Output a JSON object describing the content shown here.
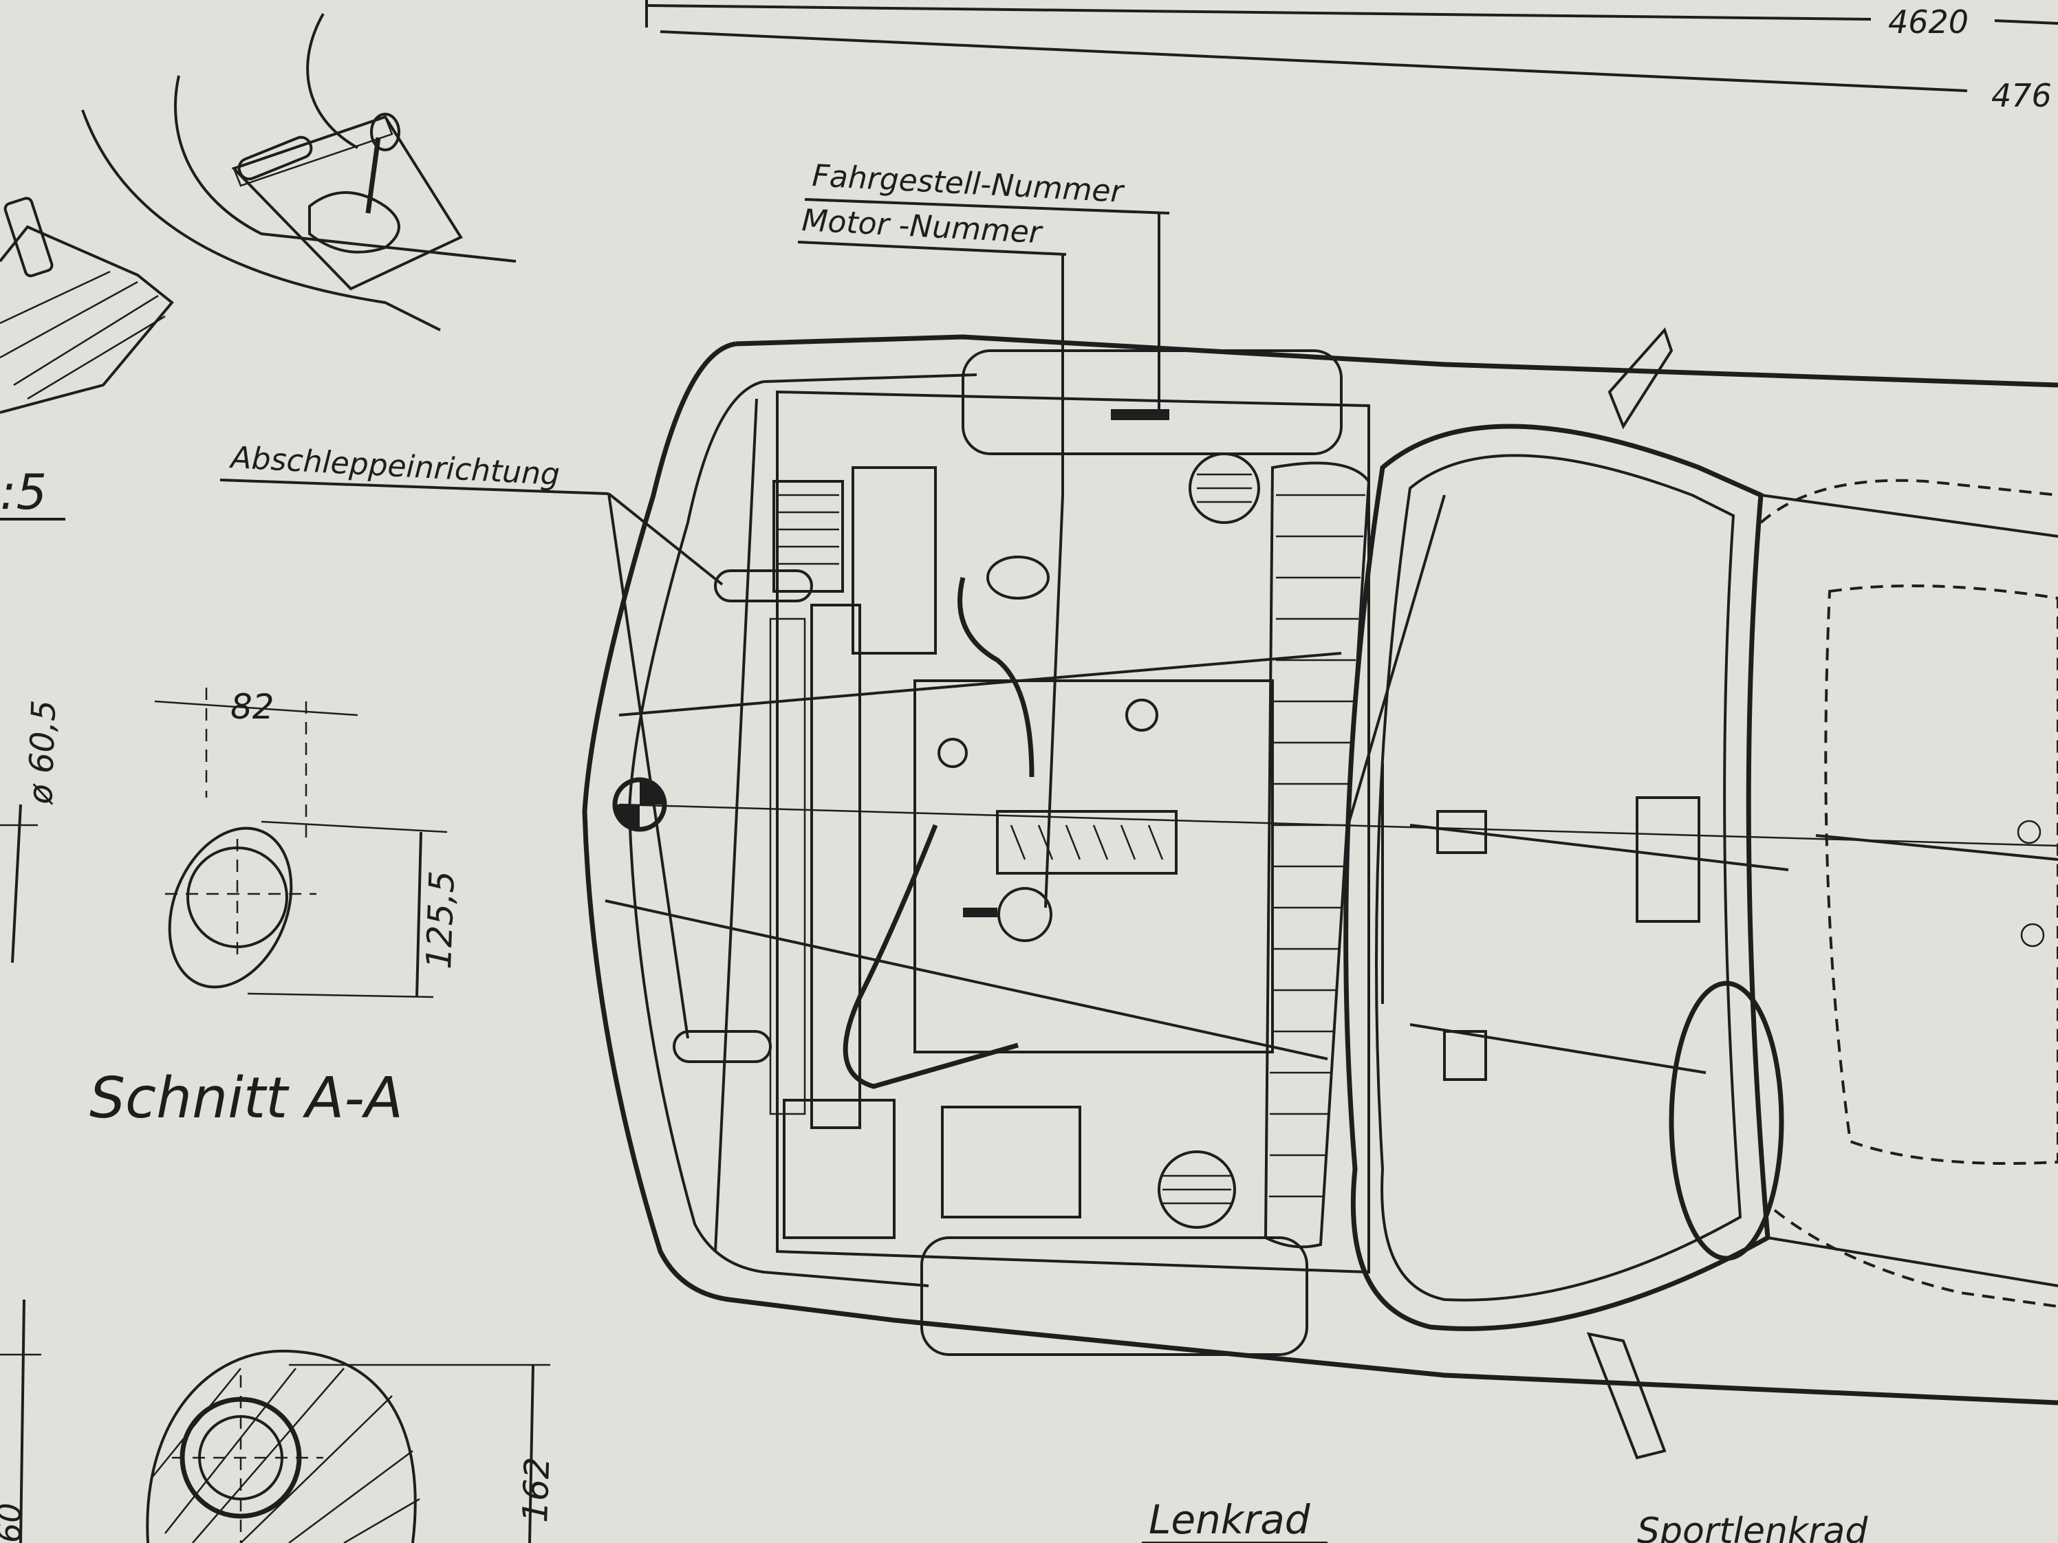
{
  "dimensions": {
    "overall_length_a": "4620",
    "overall_length_b": "476",
    "oval_width": "82",
    "oval_height": "125,5",
    "pipe_diameter": "ø 60,5",
    "cylinder_height": "162",
    "edge_left": "60"
  },
  "labels": {
    "chassis_number": "Fahrgestell-Nummer",
    "engine_number": "Motor -Nummer",
    "towing_device": "Abschleppeinrichtung",
    "section": "Schnitt A-A",
    "scale_fragment": ":5",
    "steering_wheel": "Lenkrad",
    "sport_steering_wheel": "Sportlenkrad"
  },
  "colors": {
    "paper": "#dcdad3",
    "ink": "#1e1e1e"
  }
}
